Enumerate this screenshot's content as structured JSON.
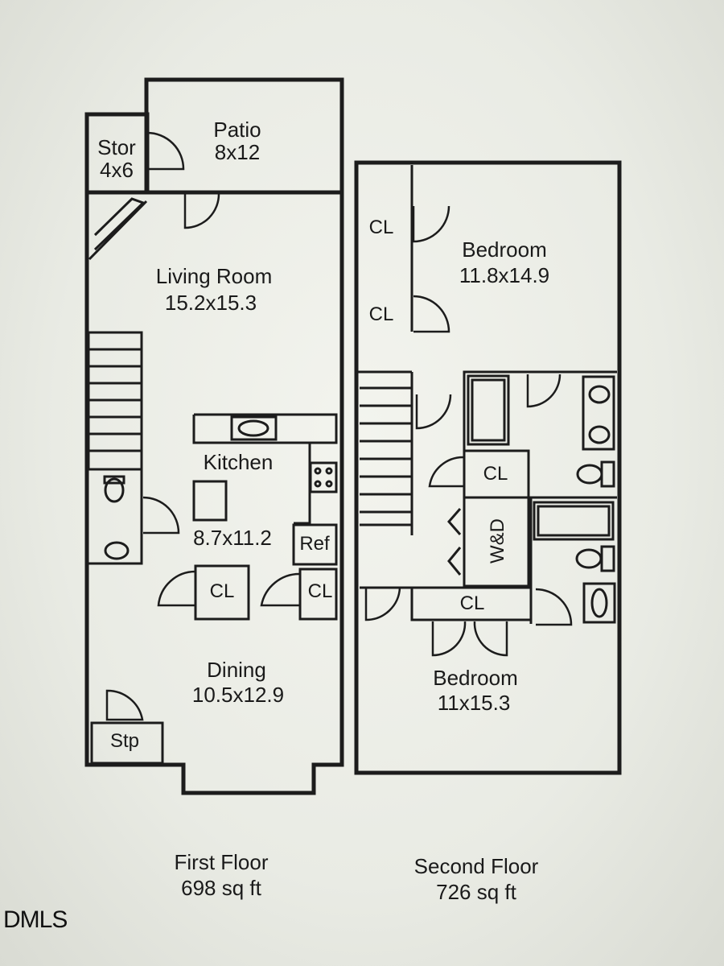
{
  "first_floor": {
    "caption_title": "First Floor",
    "caption_area": "698 sq ft",
    "rooms": {
      "storage": {
        "name": "Stor",
        "size": "4x6"
      },
      "patio": {
        "name": "Patio",
        "size": "8x12"
      },
      "living": {
        "name": "Living Room",
        "size": "15.2x15.3"
      },
      "kitchen": {
        "name": "Kitchen",
        "size": "8.7x11.2"
      },
      "dining": {
        "name": "Dining",
        "size": "10.5x12.9"
      }
    },
    "labels": {
      "ref": "Ref",
      "closet_1": "CL",
      "closet_2": "CL",
      "stoop": "Stp"
    }
  },
  "second_floor": {
    "caption_title": "Second Floor",
    "caption_area": "726 sq ft",
    "rooms": {
      "bedroom_1": {
        "name": "Bedroom",
        "size": "11.8x14.9"
      },
      "bedroom_2": {
        "name": "Bedroom",
        "size": "11x15.3"
      }
    },
    "labels": {
      "closet_top_1": "CL",
      "closet_top_2": "CL",
      "closet_mid": "CL",
      "laundry": "W&D",
      "closet_bottom": "CL"
    }
  },
  "watermark": "DMLS"
}
